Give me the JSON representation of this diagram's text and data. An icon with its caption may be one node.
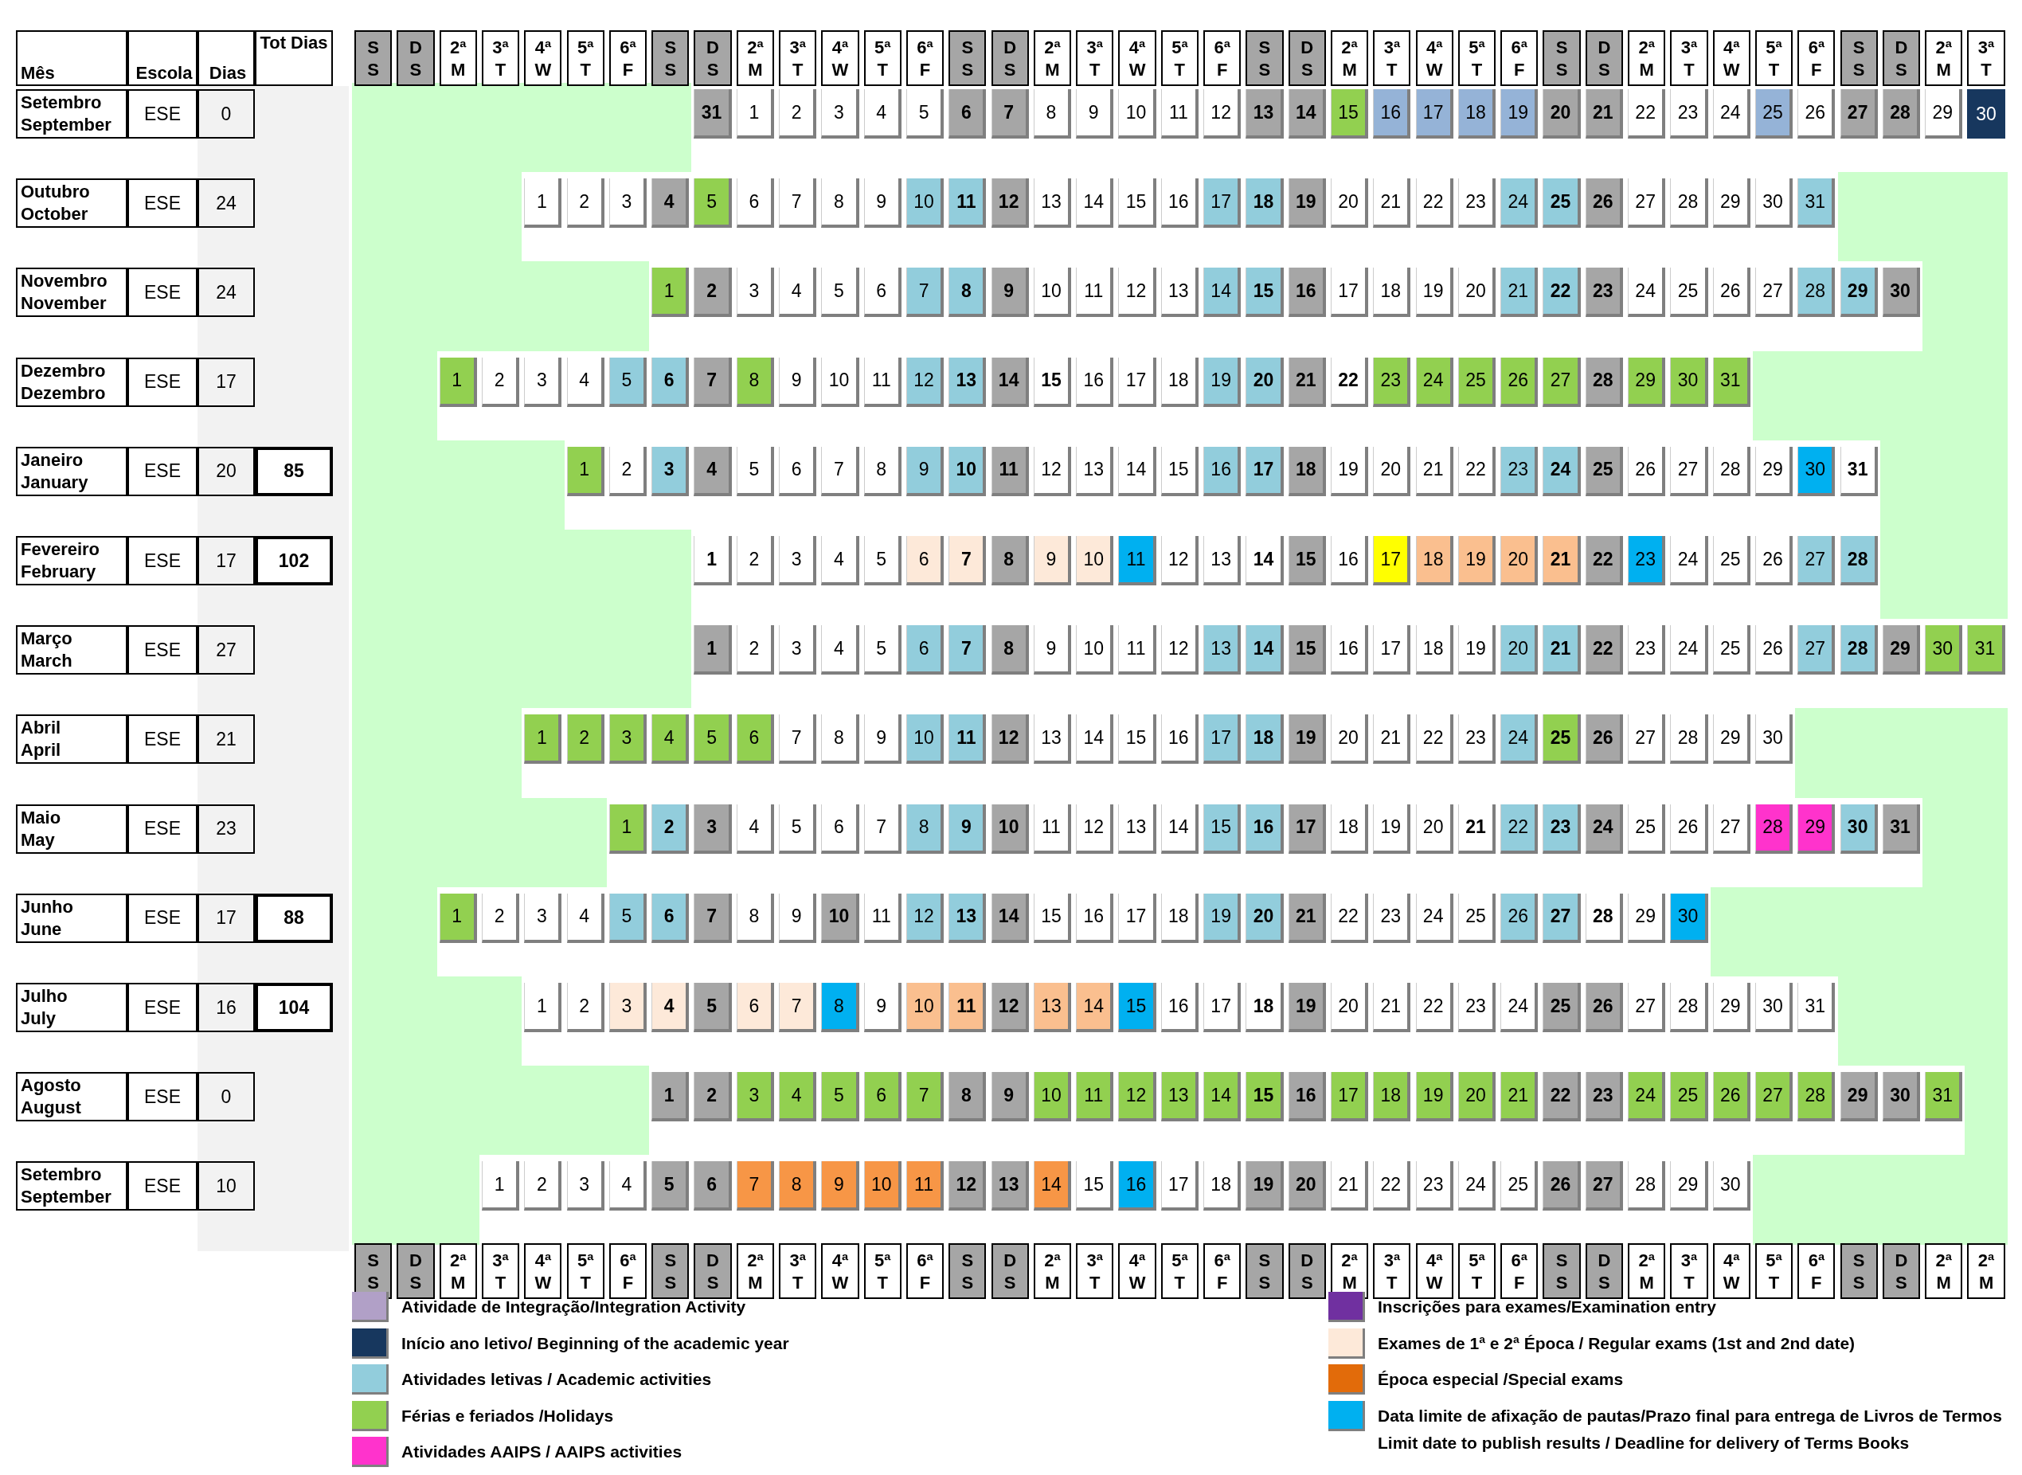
{
  "diagram": {
    "labels": [
      "Mês",
      "Escola",
      "Dias",
      "Tot Dias",
      "S S",
      "D S",
      "2ª M",
      "3ª T",
      "4ª W",
      "5ª T",
      "6ª F",
      "S S",
      "D S",
      "2ª M",
      "3ª T",
      "4ª W",
      "5ª T",
      "6ª F",
      "S S",
      "D S",
      "2ª M",
      "3ª T",
      "4ª W",
      "5ª T",
      "6ª F",
      "S S",
      "D S",
      "2ª M",
      "3ª T",
      "4ª W",
      "5ª T",
      "6ª F",
      "S S",
      "D S",
      "2ª M",
      "3ª T",
      "4ª W",
      "5ª T",
      "6ª F",
      "S S",
      "D S",
      "2ª M",
      "3ª T",
      "Setembro September",
      "ESE",
      "0",
      "31",
      "1",
      "2",
      "3",
      "4",
      "5",
      "6",
      "7",
      "8",
      "9",
      "10",
      "11",
      "12",
      "13",
      "14",
      "15",
      "16",
      "17",
      "18",
      "19",
      "20",
      "21",
      "22",
      "23",
      "24",
      "25",
      "26",
      "27",
      "28",
      "29",
      "30",
      "Outubro October",
      "ESE",
      "24",
      "1",
      "2",
      "3",
      "4",
      "5",
      "6",
      "7",
      "8",
      "9",
      "10",
      "11",
      "12",
      "13",
      "14",
      "15",
      "16",
      "17",
      "18",
      "19",
      "20",
      "21",
      "22",
      "23",
      "24",
      "25",
      "26",
      "27",
      "28",
      "29",
      "30",
      "31",
      "Novembro November",
      "ESE",
      "24",
      "1",
      "2",
      "3",
      "4",
      "5",
      "6",
      "7",
      "8",
      "9",
      "10",
      "11",
      "12",
      "13",
      "14",
      "15",
      "16",
      "17",
      "18",
      "19",
      "20",
      "21",
      "22",
      "23",
      "24",
      "25",
      "26",
      "27",
      "28",
      "29",
      "30",
      "Dezembro Dezembro",
      "ESE",
      "17",
      "1",
      "2",
      "3",
      "4",
      "5",
      "6",
      "7",
      "8",
      "9",
      "10",
      "11",
      "12",
      "13",
      "14",
      "15",
      "16",
      "17",
      "18",
      "19",
      "20",
      "21",
      "22",
      "23",
      "24",
      "25",
      "26",
      "27",
      "28",
      "29",
      "30",
      "31",
      "Janeiro January",
      "ESE",
      "20",
      "85",
      "1",
      "2",
      "3",
      "4",
      "5",
      "6",
      "7",
      "8",
      "9",
      "10",
      "11",
      "12",
      "13",
      "14",
      "15",
      "16",
      "17",
      "18",
      "19",
      "20",
      "21",
      "22",
      "23",
      "24",
      "25",
      "26",
      "27",
      "28",
      "29",
      "30",
      "31",
      "Fevereiro February",
      "ESE",
      "17",
      "102",
      "1",
      "2",
      "3",
      "4",
      "5",
      "6",
      "7",
      "8",
      "9",
      "10",
      "11",
      "12",
      "13",
      "14",
      "15",
      "16",
      "17",
      "18",
      "19",
      "20",
      "21",
      "22",
      "23",
      "24",
      "25",
      "26",
      "27",
      "28",
      "Março March",
      "ESE",
      "27",
      "1",
      "2",
      "3",
      "4",
      "5",
      "6",
      "7",
      "8",
      "9",
      "10",
      "11",
      "12",
      "13",
      "14",
      "15",
      "16",
      "17",
      "18",
      "19",
      "20",
      "21",
      "22",
      "23",
      "24",
      "25",
      "26",
      "27",
      "28",
      "29",
      "30",
      "31",
      "Abril April",
      "ESE",
      "21",
      "1",
      "2",
      "3",
      "4",
      "5",
      "6",
      "7",
      "8",
      "9",
      "10",
      "11",
      "12",
      "13",
      "14",
      "15",
      "16",
      "17",
      "18",
      "19",
      "20",
      "21",
      "22",
      "23",
      "24",
      "25",
      "26",
      "27",
      "28",
      "29",
      "30",
      "Maio May",
      "ESE",
      "23",
      "1",
      "2",
      "3",
      "4",
      "5",
      "6",
      "7",
      "8",
      "9",
      "10",
      "11",
      "12",
      "13",
      "14",
      "15",
      "16",
      "17",
      "18",
      "19",
      "20",
      "21",
      "22",
      "23",
      "24",
      "25",
      "26",
      "27",
      "28",
      "29",
      "30",
      "31",
      "Junho June",
      "ESE",
      "17",
      "88",
      "1",
      "2",
      "3",
      "4",
      "5",
      "6",
      "7",
      "8",
      "9",
      "10",
      "11",
      "12",
      "13",
      "14",
      "15",
      "16",
      "17",
      "18",
      "19",
      "20",
      "21",
      "22",
      "23",
      "24",
      "25",
      "26",
      "27",
      "28",
      "29",
      "30",
      "Julho July",
      "ESE",
      "16",
      "104",
      "1",
      "2",
      "3",
      "4",
      "5",
      "6",
      "7",
      "8",
      "9",
      "10",
      "11",
      "12",
      "13",
      "14",
      "15",
      "16",
      "17",
      "18",
      "19",
      "20",
      "21",
      "22",
      "23",
      "24",
      "25",
      "26",
      "27",
      "28",
      "29",
      "30",
      "31",
      "Agosto August",
      "ESE",
      "0",
      "1",
      "2",
      "3",
      "4",
      "5",
      "6",
      "7",
      "8",
      "9",
      "10",
      "11",
      "12",
      "13",
      "14",
      "15",
      "16",
      "17",
      "18",
      "19",
      "20",
      "21",
      "22",
      "23",
      "24",
      "25",
      "26",
      "27",
      "28",
      "29",
      "30",
      "31",
      "Setembro September",
      "ESE",
      "10",
      "1",
      "2",
      "3",
      "4",
      "5",
      "6",
      "7",
      "8",
      "9",
      "10",
      "11",
      "12",
      "13",
      "14",
      "15",
      "16",
      "17",
      "18",
      "19",
      "20",
      "21",
      "22",
      "23",
      "24",
      "25",
      "26",
      "27",
      "28",
      "29",
      "30",
      "S S",
      "D S",
      "2ª M",
      "3ª T",
      "4ª W",
      "5ª T",
      "6ª F",
      "S S",
      "D S",
      "2ª M",
      "3ª T",
      "4ª W",
      "5ª T",
      "6ª F",
      "S S",
      "D S",
      "2ª M",
      "3ª T",
      "4ª W",
      "5ª T",
      "6ª F",
      "S S",
      "D S",
      "2ª M",
      "3ª T",
      "4ª W",
      "5ª T",
      "6ª F",
      "S S",
      "D S",
      "2ª M",
      "3ª T",
      "4ª W",
      "5ª T",
      "6ª F",
      "S S",
      "D S",
      "2ª M",
      "2ª M"
    ],
    "legend": [
      {
        "text": "Atividade de Integração/Integration Activity",
        "color": "#b1a0c7"
      },
      {
        "text": "Início ano letivo/ Beginning of the academic year",
        "color": "#17375e"
      },
      {
        "text": "Atividades letivas / Academic activities",
        "color": "#92cddc"
      },
      {
        "text": "Férias e feriados /Holidays",
        "color": "#92d050"
      },
      {
        "text": "Atividades AAIPS / AAIPS activities",
        "color": "#ff33cc"
      },
      {
        "text": "Inscrições para exames/Examination entry",
        "color": "#7030a0"
      },
      {
        "text": "Exames de 1ª e 2ª Época / Regular exams (1st and 2nd date)",
        "color": "#fde9d9"
      },
      {
        "text": "Época especial /Special exams",
        "color": "#e26b0a"
      },
      {
        "text": "Data limite de afixação de pautas/Prazo final para entrega de Livros de Termos Limit date to publish results / Deadline for delivery of Terms Books",
        "color": "#00b0f0"
      }
    ]
  }
}
